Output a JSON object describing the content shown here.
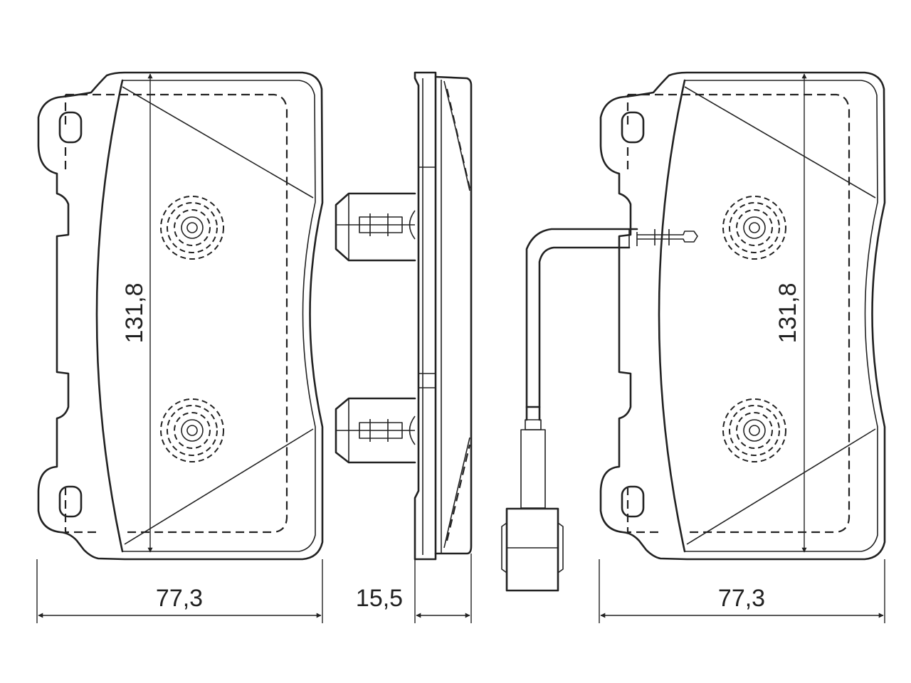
{
  "dimensions": {
    "left_pad_width": "77,3",
    "left_pad_height": "131,8",
    "side_thickness": "15,5",
    "right_pad_width": "77,3",
    "right_pad_height": "131,8"
  },
  "colors": {
    "line": "#222222",
    "background": "#ffffff"
  }
}
